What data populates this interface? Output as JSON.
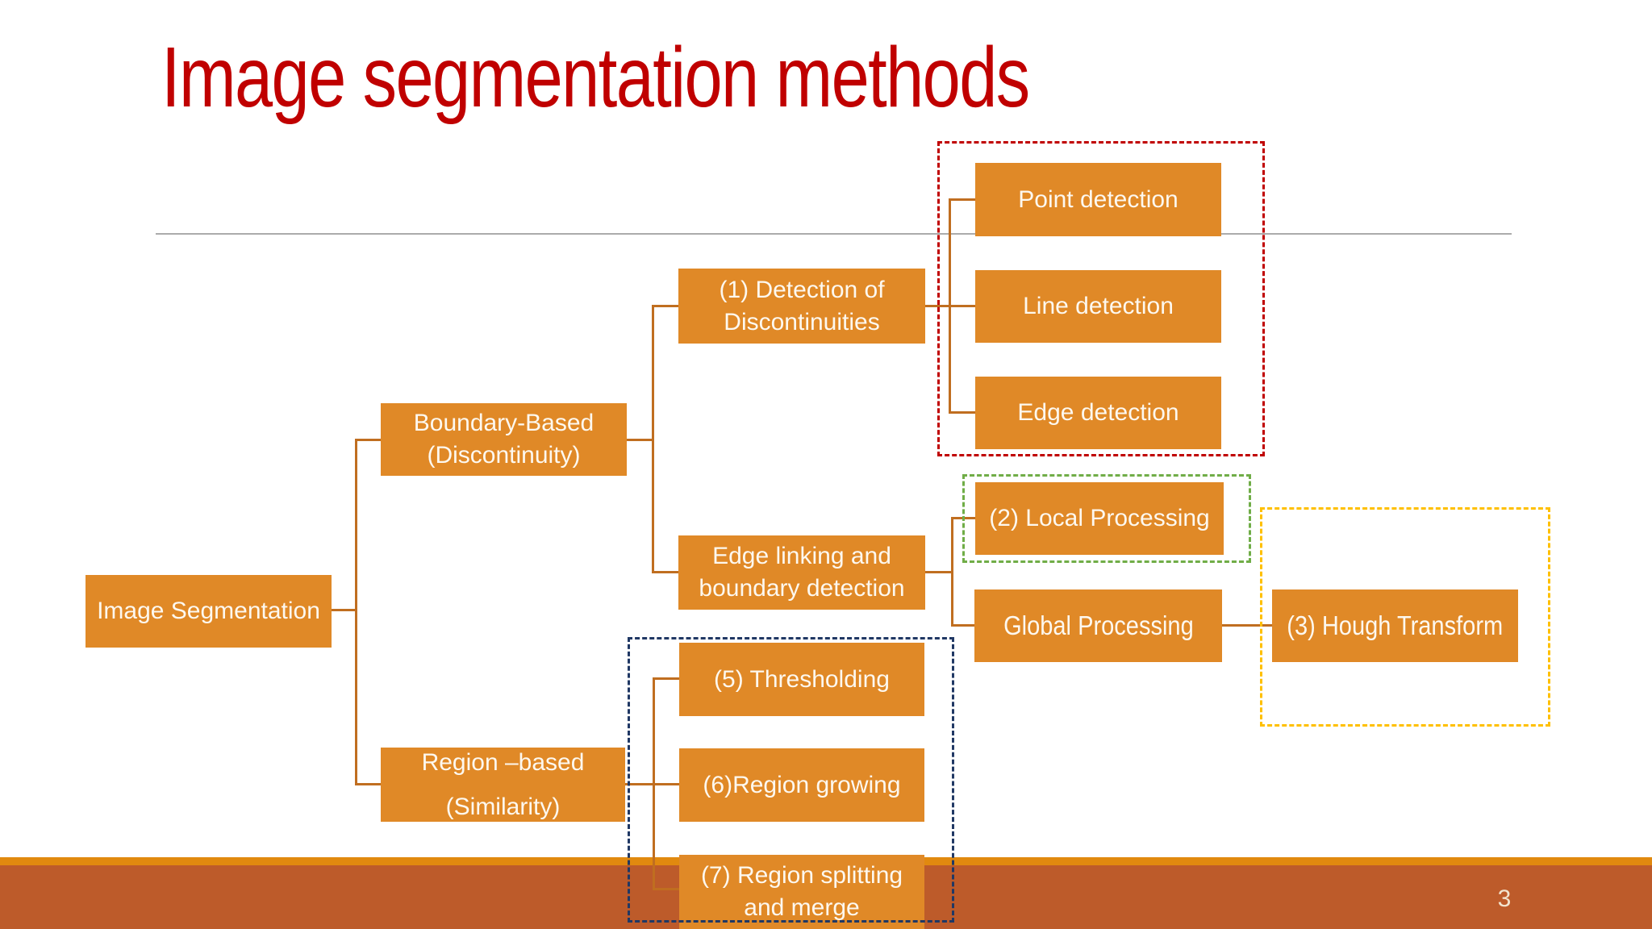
{
  "slide": {
    "title": "Image segmentation methods",
    "page_number": "3",
    "colors": {
      "title": "#C00000",
      "box_fill": "#E08927",
      "box_text": "#FDF8EF",
      "connector": "#C06E20",
      "divider": "#ABABAB",
      "dash_red": "#C00000",
      "dash_green": "#70AD47",
      "dash_yellow": "#FFC000",
      "dash_navy": "#203864",
      "footer_strip": "#E1890F",
      "footer_bar": "#BD5B2A",
      "page_number": "#F2E4CF"
    }
  },
  "nodes": {
    "image_segmentation": {
      "label": "Image Segmentation"
    },
    "boundary_based": {
      "label": "Boundary-Based\n(Discontinuity)"
    },
    "detection_discontinuities": {
      "label": "(1) Detection of\nDiscontinuities"
    },
    "point_detection": {
      "label": "Point detection"
    },
    "line_detection": {
      "label": "Line detection"
    },
    "edge_detection": {
      "label": "Edge detection"
    },
    "edge_linking": {
      "label": "Edge linking and\nboundary detection"
    },
    "local_processing": {
      "label": "(2) Local Processing"
    },
    "global_processing": {
      "label": "Global Processing"
    },
    "hough_transform": {
      "label": "(3) Hough Transform"
    },
    "region_based": {
      "label": "Region –based\n(Similarity)"
    },
    "thresholding": {
      "label": "(5) Thresholding"
    },
    "region_growing": {
      "label": "(6)Region growing"
    },
    "region_splitting": {
      "label": "(7) Region splitting\nand merge"
    }
  }
}
